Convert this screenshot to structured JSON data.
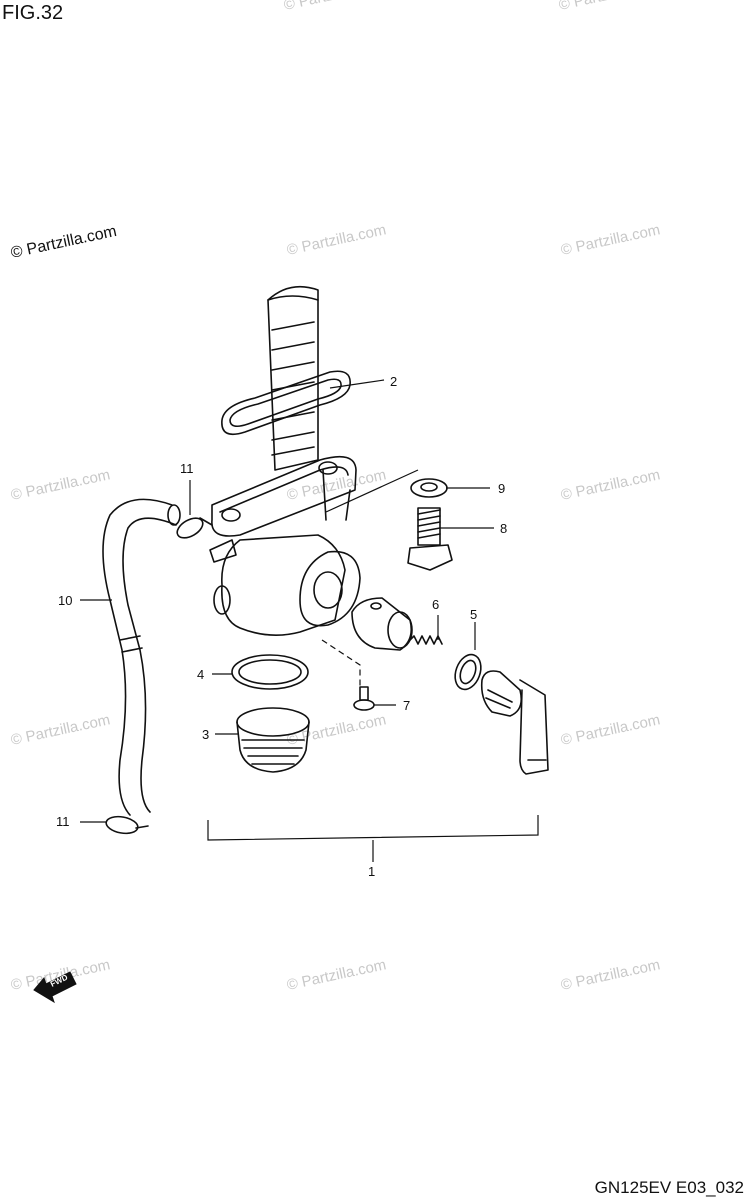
{
  "header": {
    "figure_label": "FIG.32"
  },
  "footer": {
    "drawing_code": "GN125EV E03_032"
  },
  "watermark": {
    "primary": "© Partzilla.com",
    "repeat": "© Partzilla.com"
  },
  "arrow_label": "FWD",
  "callouts": [
    "1",
    "2",
    "3",
    "4",
    "5",
    "6",
    "7",
    "8",
    "9",
    "10",
    "11",
    "11"
  ],
  "colors": {
    "line": "#111111",
    "watermark": "#c8c8c8",
    "background": "#ffffff"
  }
}
